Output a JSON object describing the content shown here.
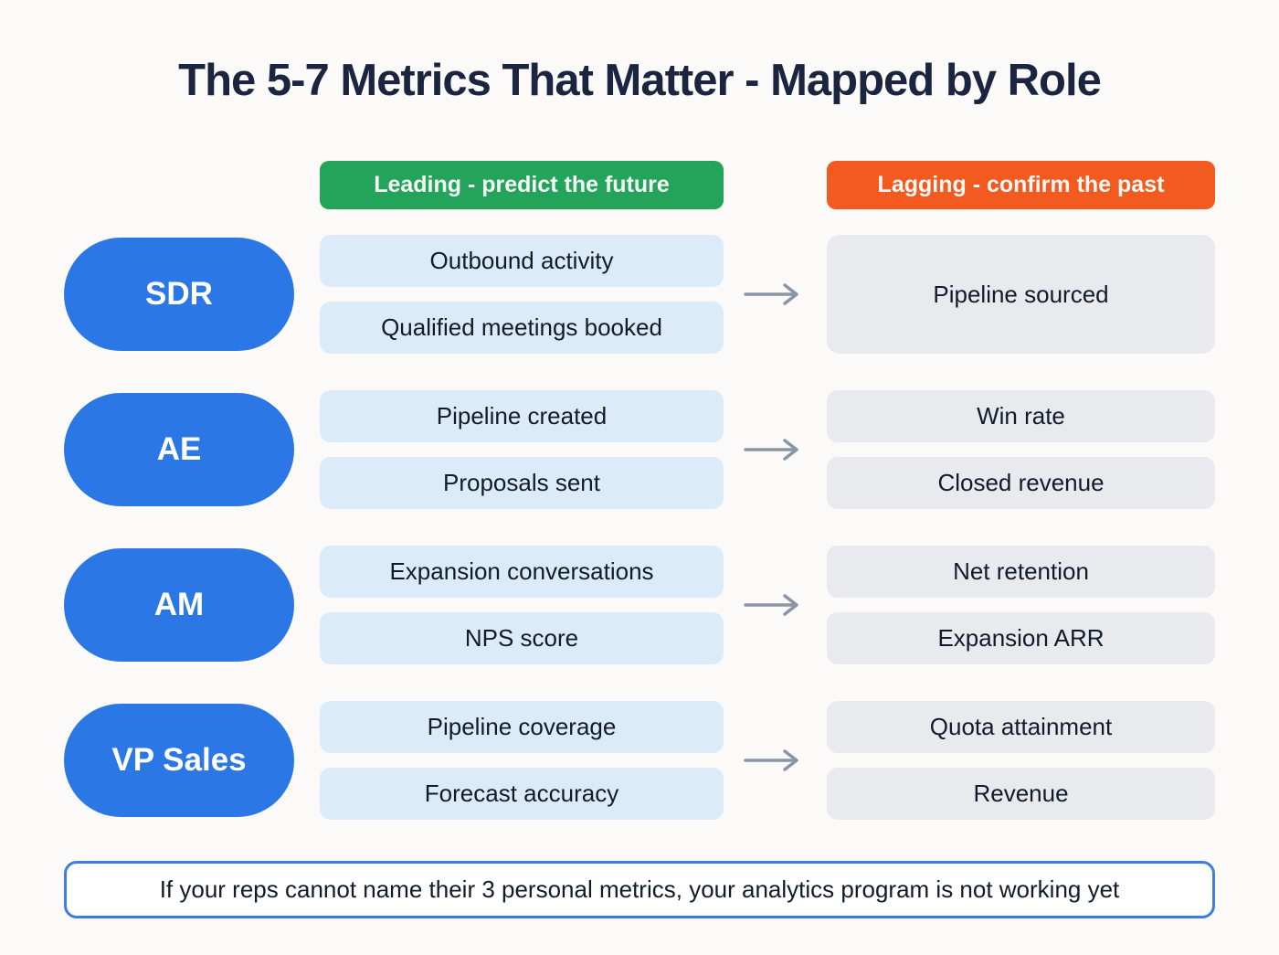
{
  "title": "The 5-7 Metrics That Matter - Mapped by Role",
  "headers": {
    "leading": "Leading - predict the future",
    "lagging": "Lagging - confirm the past"
  },
  "rows": [
    {
      "role": "SDR",
      "leading": [
        "Outbound activity",
        "Qualified meetings booked"
      ],
      "lagging": [
        "Pipeline sourced"
      ]
    },
    {
      "role": "AE",
      "leading": [
        "Pipeline created",
        "Proposals sent"
      ],
      "lagging": [
        "Win rate",
        "Closed revenue"
      ]
    },
    {
      "role": "AM",
      "leading": [
        "Expansion conversations",
        "NPS score"
      ],
      "lagging": [
        "Net retention",
        "Expansion ARR"
      ]
    },
    {
      "role": "VP Sales",
      "leading": [
        "Pipeline coverage",
        "Forecast accuracy"
      ],
      "lagging": [
        "Quota attainment",
        "Revenue"
      ]
    }
  ],
  "note": "If your reps cannot name their 3 personal metrics, your analytics program is not working yet",
  "colors": {
    "bg": "#fbfaf8",
    "title_text": "#1b2540",
    "leading_header": "#23a45a",
    "lagging_header": "#f25a20",
    "header_text": "#f4f8f4",
    "role_pill": "#2b77e6",
    "role_text": "#ffffff",
    "leading_box": "#dcebfa",
    "lagging_box": "#e8eaee",
    "metric_text": "#111b2b",
    "arrow": "#8a96a5",
    "note_border": "#3d7de0",
    "note_bg": "#ffffff"
  }
}
